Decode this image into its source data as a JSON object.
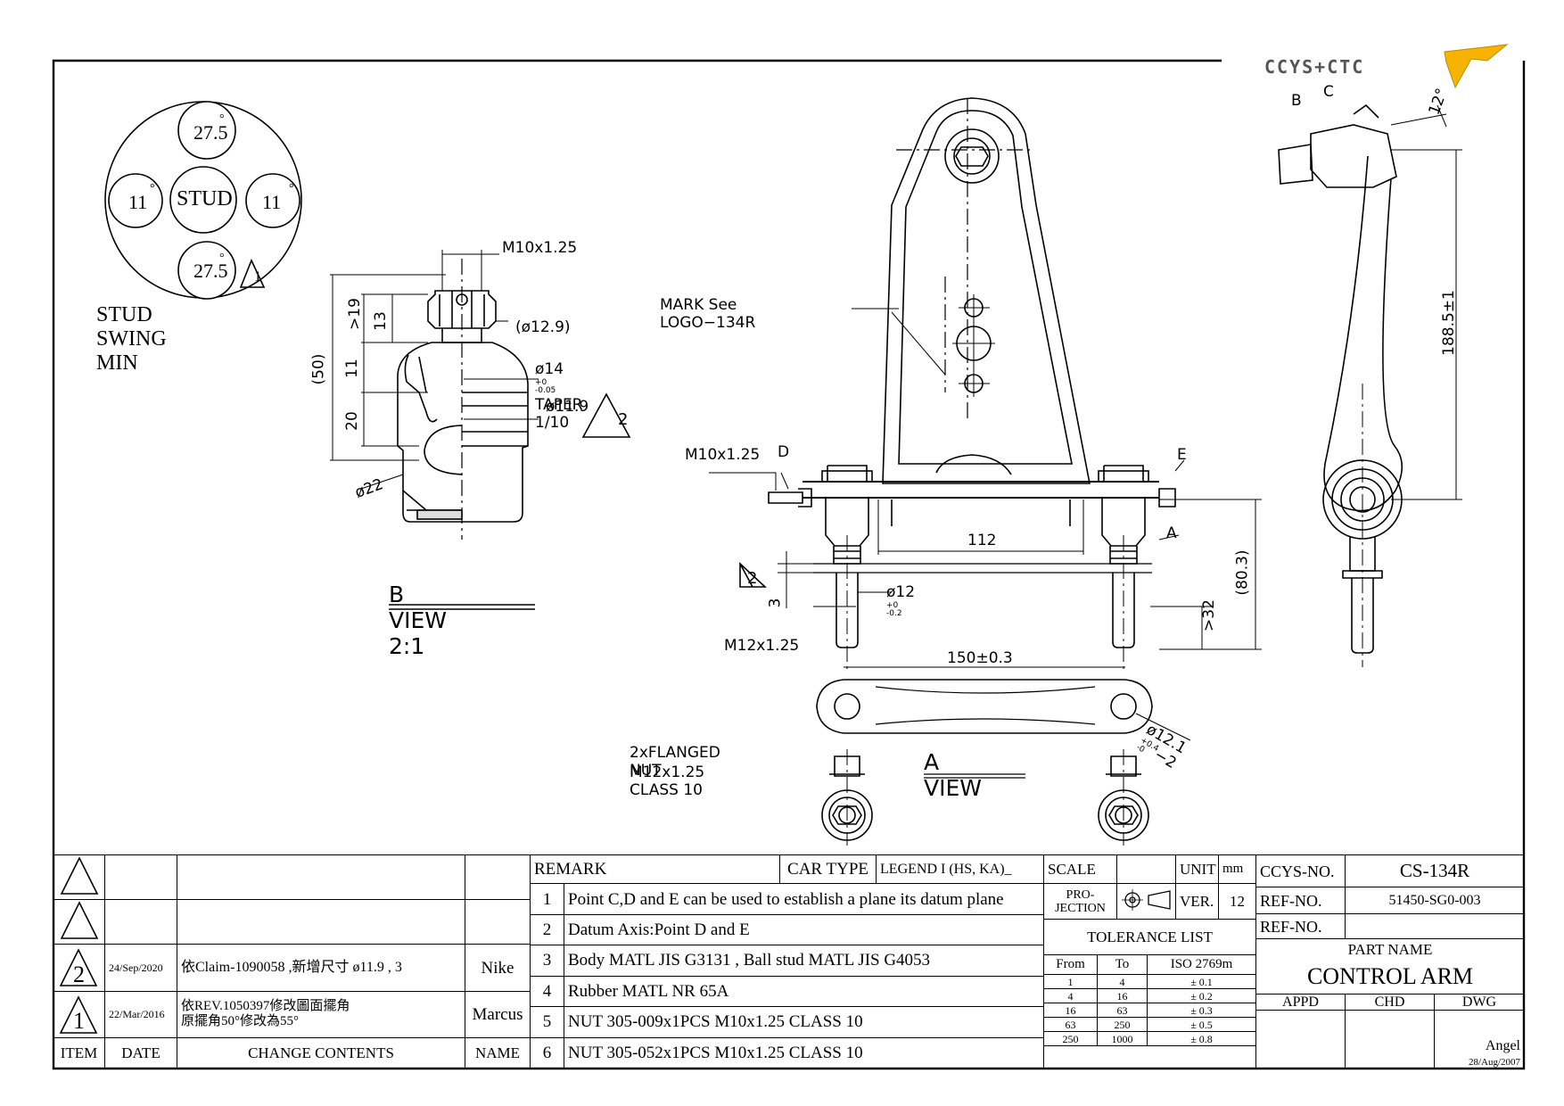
{
  "logo": {
    "text": "CCYS+CTC"
  },
  "swing": {
    "title": "STUD SWING MIN",
    "center": "STUD",
    "top": "27.5",
    "bottom": "27.5",
    "left": "11",
    "right": "11",
    "deg": "°",
    "rev_mark": "1"
  },
  "b_view": {
    "title": "B  VIEW  2:1",
    "thread": "M10x1.25",
    "d129": "(ø12.9)",
    "taper": "ø14",
    "taper_tol_up": "+0",
    "taper_tol_dn": "-0.05",
    "taper_txt": "TAPER 1/10",
    "d119": "ø11.9",
    "d22": "ø22",
    "h50": "(50)",
    "h19": ">19",
    "h13": "13",
    "h11": "11",
    "h20": "20",
    "rev_mark": "2"
  },
  "front_view": {
    "mark": "MARK  See  LOGO−134R",
    "thread_d": "M10x1.25",
    "point_d": "D",
    "point_e": "E",
    "point_a": "A",
    "w112": "112",
    "d12": "ø12",
    "d12_tol_up": "+0",
    "d12_tol_dn": "-0.2",
    "t3": "3",
    "thread_m12": "M12x1.25",
    "h803": "(80.3)",
    "h32": ">32",
    "w150": "150±0.3",
    "d121": "ø12.1",
    "d121_tol_up": "+0.4",
    "d121_tol_dn": "-0",
    "d121_qty": "−2",
    "nut_label1": "2xFLANGED NUT",
    "nut_label2": "M12x1.25  CLASS 10",
    "a_view": "A  VIEW",
    "rev_mark": "2"
  },
  "side_view": {
    "point_b": "B",
    "point_c": "C",
    "angle": "12°",
    "h1885": "188.5±1"
  },
  "revisions": {
    "headers": {
      "item": "ITEM",
      "date": "DATE",
      "contents": "CHANGE CONTENTS",
      "name": "NAME"
    },
    "rows": [
      {
        "item": "",
        "date": "",
        "contents": "",
        "name": ""
      },
      {
        "item": "",
        "date": "",
        "contents": "",
        "name": ""
      },
      {
        "item": "2",
        "date": "24/Sep/2020",
        "contents": "依Claim-1090058 ,新增尺寸  ø11.9 , 3",
        "name": "Nike"
      },
      {
        "item": "1",
        "date": "22/Mar/2016",
        "contents": "依REV.1050397修改圖面擺角",
        "contents2": "原擺角50°修改為55°",
        "name": "Marcus"
      }
    ]
  },
  "remarks": {
    "header": "REMARK",
    "car_type_label": "CAR TYPE",
    "car_type": "LEGEND I (HS, KA)_",
    "items": [
      {
        "no": "1",
        "text": "Point C,D and E can be used to establish a plane its datum plane"
      },
      {
        "no": "2",
        "text": "Datum Axis:Point D and E"
      },
      {
        "no": "3",
        "text": "Body MATL JIS G3131 , Ball stud MATL JIS G4053"
      },
      {
        "no": "4",
        "text": "Rubber MATL NR 65A"
      },
      {
        "no": "5",
        "text": "NUT 305-009x1PCS M10x1.25 CLASS 10"
      },
      {
        "no": "6",
        "text": "NUT 305-052x1PCS M10x1.25 CLASS 10"
      }
    ]
  },
  "scale_block": {
    "scale": "SCALE",
    "unit": "UNIT",
    "mm": "mm",
    "projection1": "PRO-",
    "projection2": "JECTION",
    "ver": "VER.",
    "ver_no": "12",
    "tolerance": "TOLERANCE LIST",
    "tol_head": [
      "From",
      "To",
      "ISO 2769m"
    ],
    "tol_rows": [
      [
        "1",
        "4",
        "± 0.1"
      ],
      [
        "4",
        "16",
        "± 0.2"
      ],
      [
        "16",
        "63",
        "± 0.3"
      ],
      [
        "63",
        "250",
        "± 0.5"
      ],
      [
        "250",
        "1000",
        "± 0.8"
      ]
    ]
  },
  "part_block": {
    "ccys_label": "CCYS-NO.",
    "ccys_no": "CS-134R",
    "ref_label": "REF-NO.",
    "ref_no": "51450-SG0-003",
    "ref_label2": "REF-NO.",
    "ref_no2": "",
    "part_name_label": "PART NAME",
    "part_name": "CONTROL ARM",
    "appd": "APPD",
    "chd": "CHD",
    "dwg": "DWG",
    "dwg_name": "Angel",
    "dwg_date": "28/Aug/2007"
  }
}
